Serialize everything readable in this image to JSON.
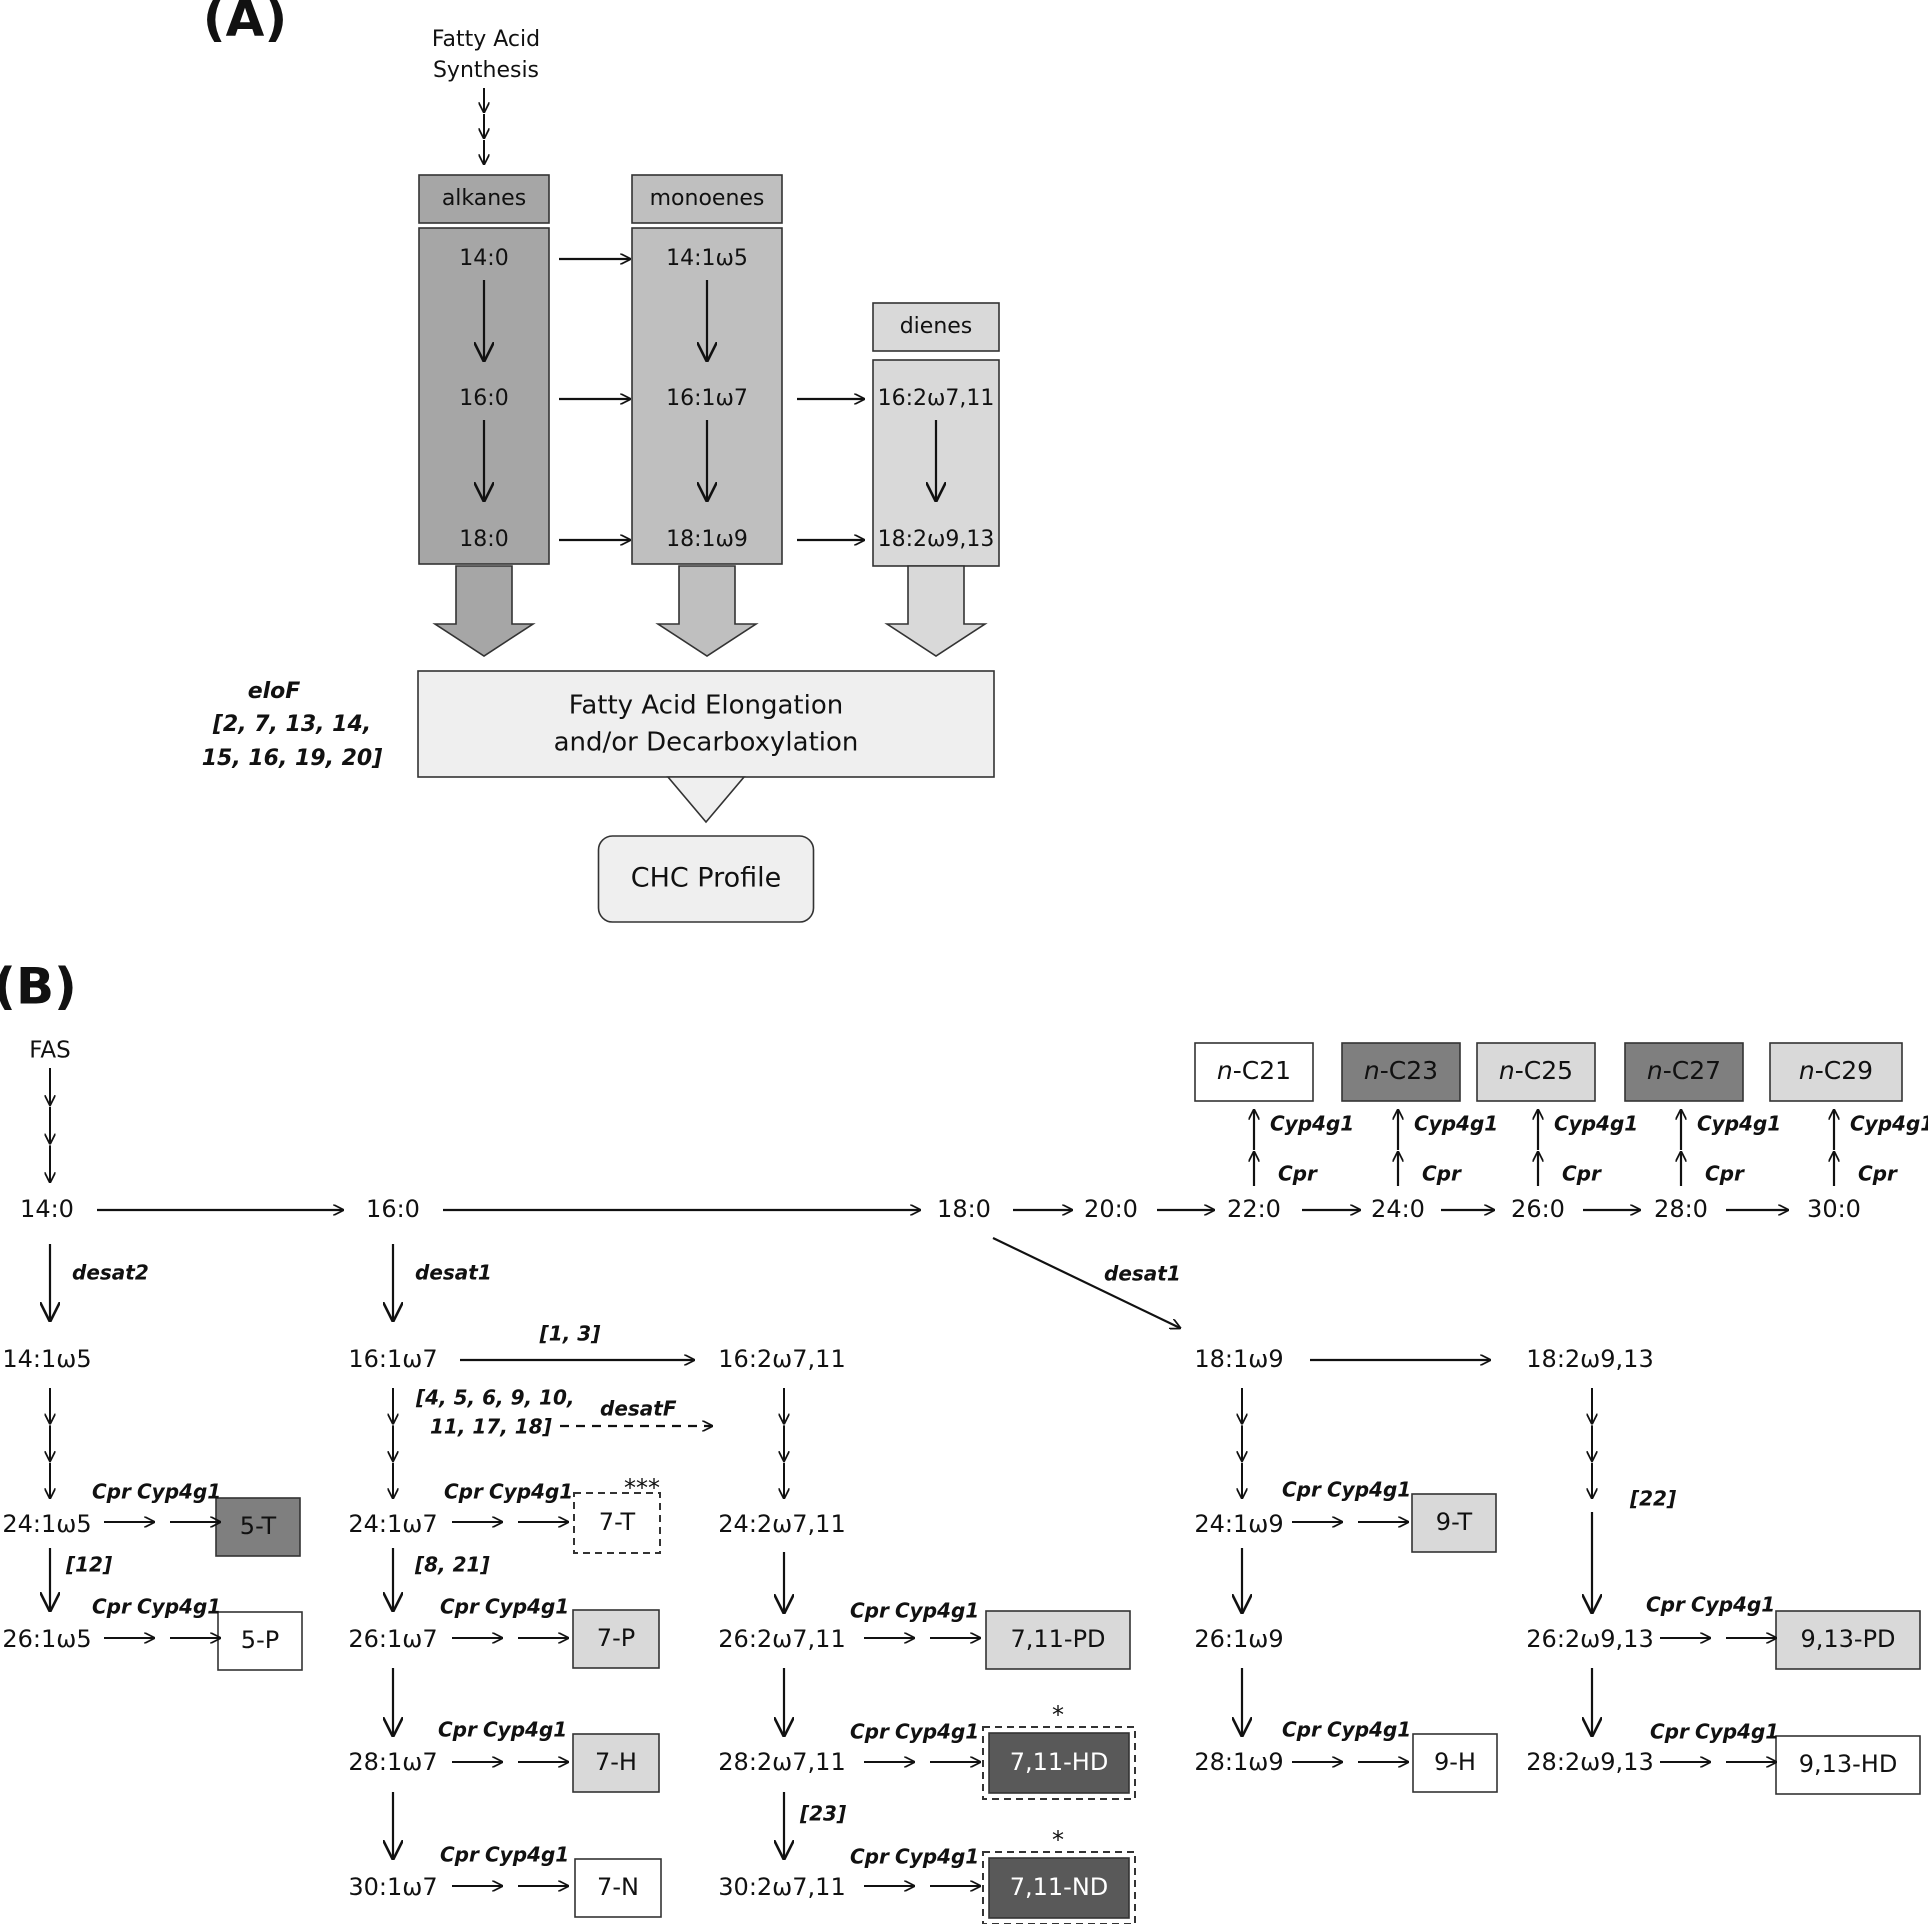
{
  "panel_a": {
    "panel_label": "(A)",
    "source_line1": "Fatty Acid",
    "source_line2": "Synthesis",
    "headers": {
      "alkanes": "alkanes",
      "monoenes": "monoenes",
      "dienes": "dienes"
    },
    "alkanes": [
      "14:0",
      "16:0",
      "18:0"
    ],
    "monoenes": [
      "14:1ω5",
      "16:1ω7",
      "18:1ω9"
    ],
    "dienes": [
      "16:2ω7,11",
      "18:2ω9,13"
    ],
    "gene_name": "eloF",
    "gene_refs_line1": "[2, 7, 13, 14,",
    "gene_refs_line2": "15, 16, 19, 20]",
    "process_line1": "Fatty Acid Elongation",
    "process_line2": "and/or Decarboxylation",
    "output": "CHC Profile"
  },
  "panel_b": {
    "panel_label": "(B)",
    "fas": "FAS",
    "saturated": [
      "14:0",
      "16:0",
      "18:0",
      "20:0",
      "22:0",
      "24:0",
      "26:0",
      "28:0",
      "30:0"
    ],
    "alkane_products": [
      {
        "prefix": "n",
        "suffix": "-C21",
        "shade": "white"
      },
      {
        "prefix": "n",
        "suffix": "-C23",
        "shade": "dark"
      },
      {
        "prefix": "n",
        "suffix": "-C25",
        "shade": "light"
      },
      {
        "prefix": "n",
        "suffix": "-C27",
        "shade": "dark"
      },
      {
        "prefix": "n",
        "suffix": "-C29",
        "shade": "light"
      }
    ],
    "genes": {
      "cpr": "Cpr",
      "cyp": "Cyp4g1",
      "desat1": "desat1",
      "desat2": "desat2",
      "desatF": "desatF"
    },
    "refs": {
      "r1_3": "[1, 3]",
      "r4_line1": "[4, 5, 6, 9, 10,",
      "r4_line2": "11, 17, 18]",
      "r12": "[12]",
      "r8_21": "[8, 21]",
      "r22": "[22]",
      "r23": "[23]"
    },
    "stars": {
      "triple": "***",
      "single": "*"
    },
    "col_14": {
      "top": "14:1ω5",
      "items": [
        "24:1ω5",
        "26:1ω5"
      ]
    },
    "col_16": {
      "top": "16:1ω7",
      "items": [
        "24:1ω7",
        "26:1ω7",
        "28:1ω7",
        "30:1ω7"
      ]
    },
    "col_16d": {
      "top": "16:2ω7,11",
      "items": [
        "24:2ω7,11",
        "26:2ω7,11",
        "28:2ω7,11",
        "30:2ω7,11"
      ]
    },
    "col_18": {
      "top": "18:1ω9",
      "items": [
        "24:1ω9",
        "26:1ω9",
        "28:1ω9"
      ]
    },
    "col_18d": {
      "top": "18:2ω9,13",
      "items": [
        "26:2ω9,13",
        "28:2ω9,13"
      ]
    },
    "products": {
      "p5T": "5-T",
      "p5P": "5-P",
      "p7T": "7-T",
      "p7P": "7-P",
      "p7H": "7-H",
      "p7N": "7-N",
      "p711PD": "7,11-PD",
      "p711HD": "7,11-HD",
      "p711ND": "7,11-ND",
      "p9T": "9-T",
      "p9H": "9-H",
      "p913PD": "9,13-PD",
      "p913HD": "9,13-HD"
    }
  }
}
